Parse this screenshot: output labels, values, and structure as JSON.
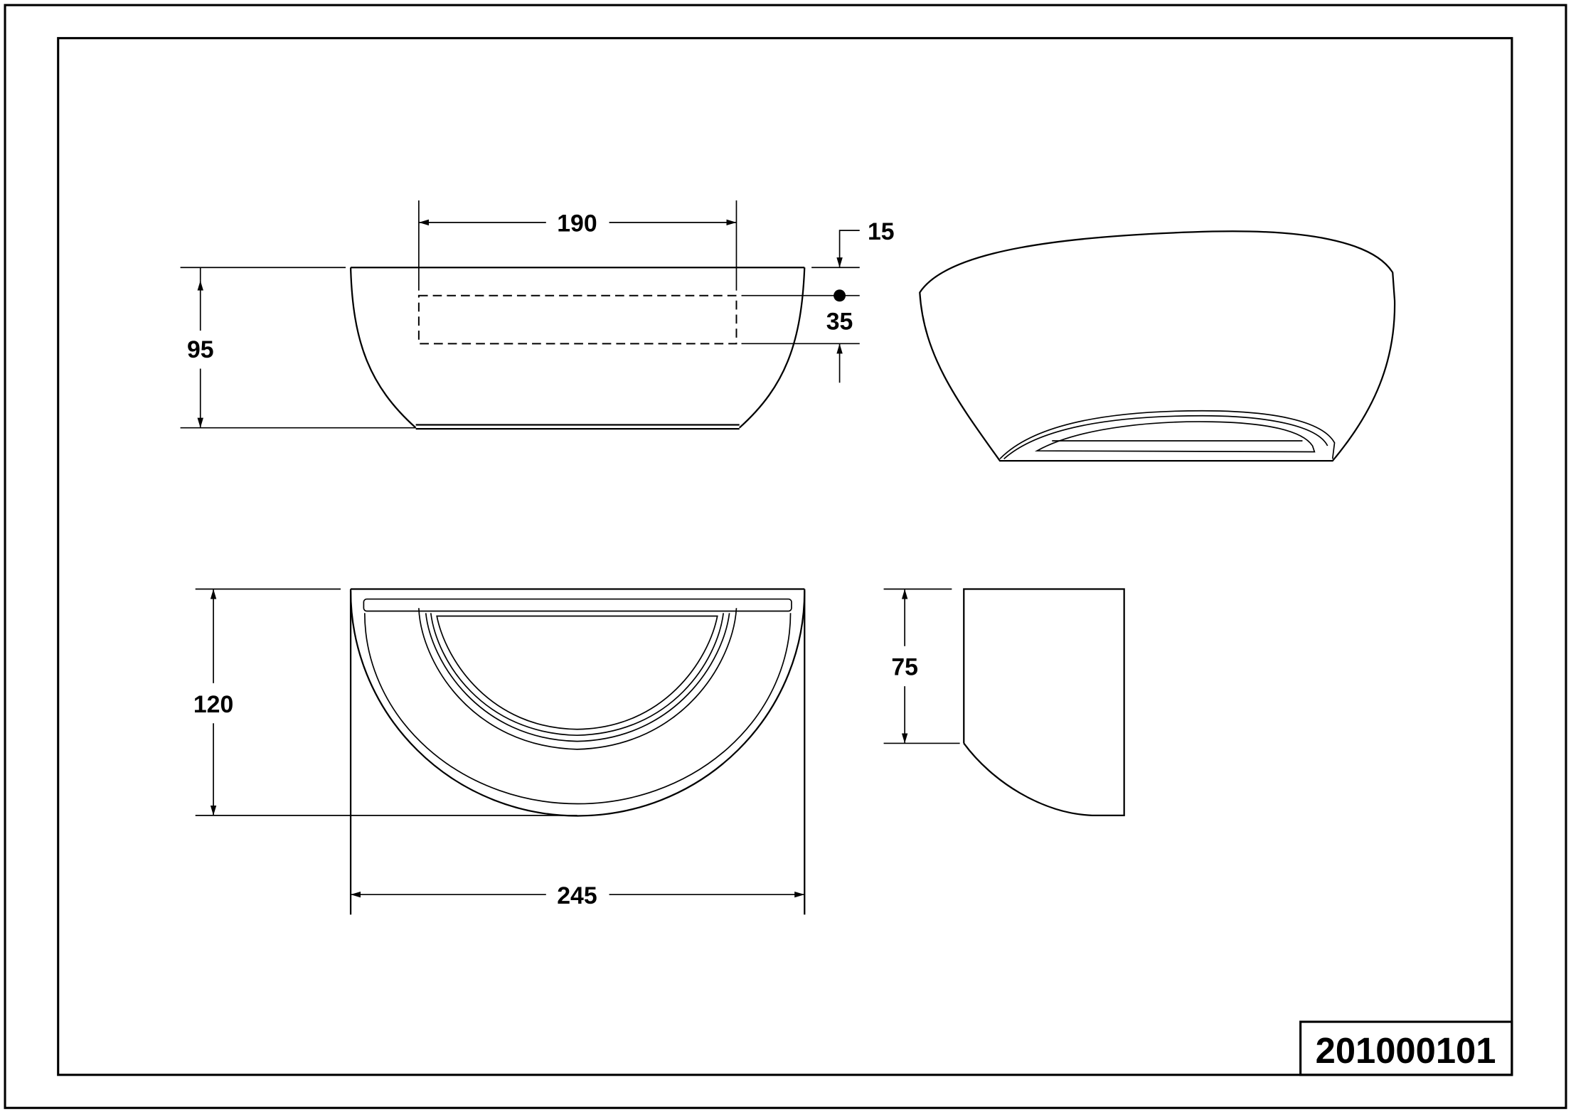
{
  "drawing": {
    "part_number": "201000101",
    "dimensions": {
      "front_width_inner": "190",
      "front_height": "95",
      "mount_offset": "15",
      "mount_height": "35",
      "bottom_depth": "120",
      "overall_width": "245",
      "side_height": "75"
    },
    "colors": {
      "line": "#000000",
      "background": "#ffffff"
    }
  }
}
